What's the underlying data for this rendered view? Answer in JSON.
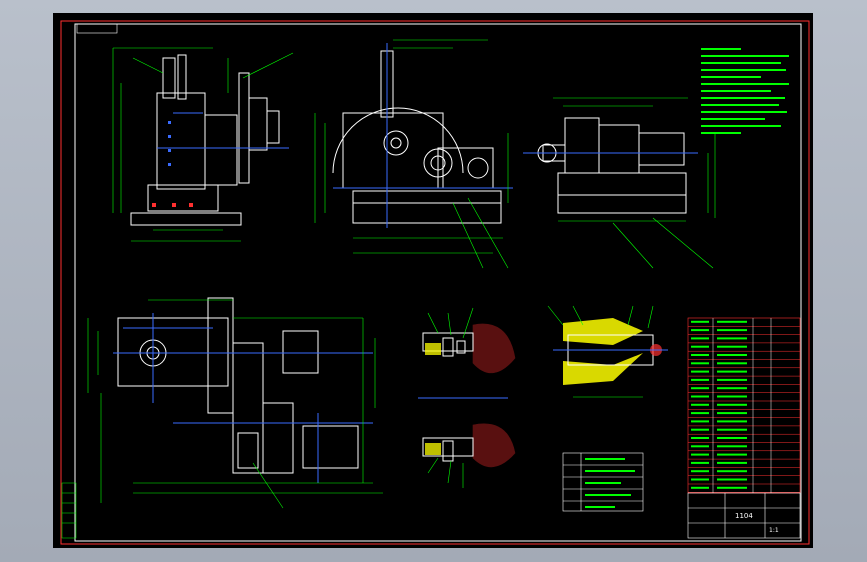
{
  "colors": {
    "sheet": "#000000",
    "frame": "#ff3030",
    "part": "#ffffff",
    "dim": "#00ff00",
    "center": "#3a6bff",
    "hatch": "#ffff00",
    "note": "#00ff00"
  },
  "titlebox": {
    "drawing_name": "1104",
    "scale": "1:1"
  },
  "title_label": "",
  "sheet_number": "",
  "bom_header": "",
  "tech_notes_lines": 18
}
